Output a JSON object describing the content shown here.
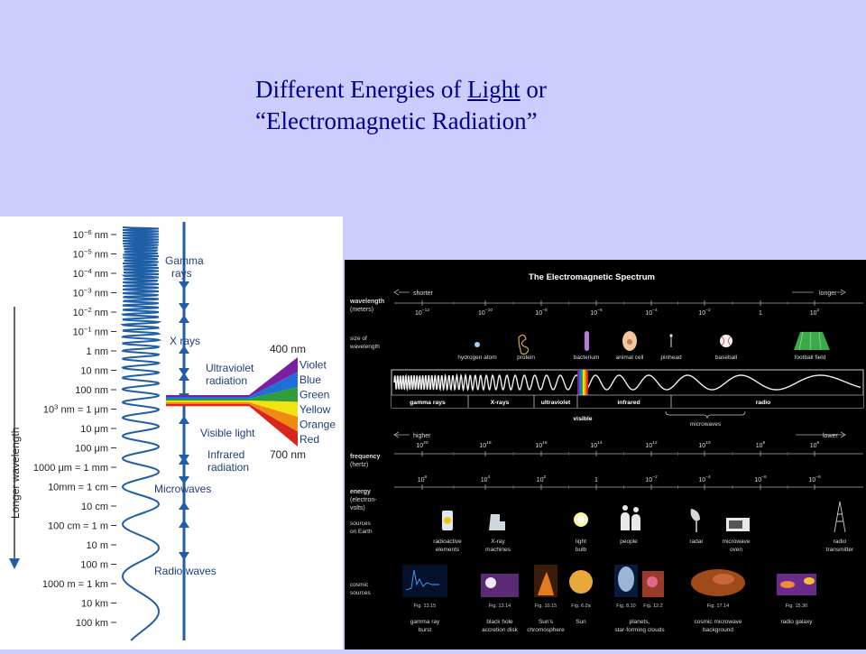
{
  "title": {
    "line1_pre": "Different Energies of ",
    "line1_link": "Light",
    "line1_post": " or",
    "line2": "“Electromagnetic Radiation”"
  },
  "left": {
    "axis_label": "Longer wavelength",
    "scale": [
      {
        "base": "10",
        "exp": "−6",
        "unit": " nm"
      },
      {
        "base": "10",
        "exp": "−5",
        "unit": " nm"
      },
      {
        "base": "10",
        "exp": "−4",
        "unit": " nm"
      },
      {
        "base": "10",
        "exp": "−3",
        "unit": " nm"
      },
      {
        "base": "10",
        "exp": "−2",
        "unit": " nm"
      },
      {
        "base": "10",
        "exp": "−1",
        "unit": " nm"
      },
      {
        "base": "1 nm",
        "exp": "",
        "unit": ""
      },
      {
        "base": "10 nm",
        "exp": "",
        "unit": ""
      },
      {
        "base": "100 nm",
        "exp": "",
        "unit": ""
      },
      {
        "base": "10",
        "exp": "3",
        "unit": " nm = 1 μm"
      },
      {
        "base": "10 μm",
        "exp": "",
        "unit": ""
      },
      {
        "base": "100 μm",
        "exp": "",
        "unit": ""
      },
      {
        "base": "1000 μm = 1 mm",
        "exp": "",
        "unit": ""
      },
      {
        "base": "10mm = 1 cm",
        "exp": "",
        "unit": ""
      },
      {
        "base": "10 cm",
        "exp": "",
        "unit": ""
      },
      {
        "base": "100 cm = 1 m",
        "exp": "",
        "unit": ""
      },
      {
        "base": "10 m",
        "exp": "",
        "unit": ""
      },
      {
        "base": "100 m",
        "exp": "",
        "unit": ""
      },
      {
        "base": "1000 m = 1 km",
        "exp": "",
        "unit": ""
      },
      {
        "base": "10 km",
        "exp": "",
        "unit": ""
      },
      {
        "base": "100 km",
        "exp": "",
        "unit": ""
      }
    ],
    "regions": {
      "gamma1": "Gamma",
      "gamma2": "rays",
      "xrays": "X rays",
      "uv1": "Ultraviolet",
      "uv2": "radiation",
      "visible": "Visible light",
      "ir1": "Infrared",
      "ir2": "radiation",
      "micro": "Microwaves",
      "radio": "Radio waves"
    },
    "visible_top": "400 nm",
    "visible_bottom": "700 nm",
    "colors": [
      {
        "name": "Violet",
        "hex": "#7b1fa2"
      },
      {
        "name": "Blue",
        "hex": "#1e6fd9"
      },
      {
        "name": "Green",
        "hex": "#2e9d3a"
      },
      {
        "name": "Yellow",
        "hex": "#f2e313"
      },
      {
        "name": "Orange",
        "hex": "#f08a12"
      },
      {
        "name": "Red",
        "hex": "#d9261c"
      }
    ]
  },
  "right": {
    "title": "The Electromagnetic Spectrum",
    "wavelength_label": "wavelength",
    "wavelength_unit": "(meters)",
    "shorter": "shorter",
    "longer": "longer",
    "wavelength_ticks": [
      {
        "base": "10",
        "exp": "−12"
      },
      {
        "base": "10",
        "exp": "−10"
      },
      {
        "base": "10",
        "exp": "−8"
      },
      {
        "base": "10",
        "exp": "−6"
      },
      {
        "base": "10",
        "exp": "−4"
      },
      {
        "base": "10",
        "exp": "−2"
      },
      {
        "base": "1",
        "exp": ""
      },
      {
        "base": "10",
        "exp": "2"
      }
    ],
    "size_label1": "size of",
    "size_label2": "wavelength",
    "objects": [
      "hydrogen atom",
      "protein",
      "bacterium",
      "animal cell",
      "pinhead",
      "baseball",
      "football field"
    ],
    "bands": [
      "gamma rays",
      "X-rays",
      "ultraviolet",
      "infrared",
      "radio"
    ],
    "visible": "visible",
    "microwaves": "microwaves",
    "higher": "higher",
    "lower": "lower",
    "frequency_label": "frequency",
    "frequency_unit": "(hertz)",
    "frequency_ticks": [
      {
        "base": "10",
        "exp": "20"
      },
      {
        "base": "10",
        "exp": "18"
      },
      {
        "base": "10",
        "exp": "16"
      },
      {
        "base": "10",
        "exp": "14"
      },
      {
        "base": "10",
        "exp": "12"
      },
      {
        "base": "10",
        "exp": "10"
      },
      {
        "base": "10",
        "exp": "8"
      },
      {
        "base": "10",
        "exp": "6"
      }
    ],
    "energy_label": "energy",
    "energy_unit1": "(electron-",
    "energy_unit2": "volts)",
    "energy_ticks": [
      {
        "base": "10",
        "exp": "6"
      },
      {
        "base": "10",
        "exp": "4"
      },
      {
        "base": "10",
        "exp": "2"
      },
      {
        "base": "1",
        "exp": ""
      },
      {
        "base": "10",
        "exp": "−2"
      },
      {
        "base": "10",
        "exp": "−4"
      },
      {
        "base": "10",
        "exp": "−6"
      },
      {
        "base": "10",
        "exp": "−8"
      }
    ],
    "earth_label1": "sources",
    "earth_label2": "on Earth",
    "earth_sources": [
      [
        "radioactive",
        "elements"
      ],
      [
        "X-ray",
        "machines"
      ],
      [
        "light",
        "bulb"
      ],
      [
        "people",
        ""
      ],
      [
        "radar",
        ""
      ],
      [
        "microwave",
        "oven"
      ],
      [
        "radio",
        "transmitter"
      ]
    ],
    "cosmic_label1": "cosmic",
    "cosmic_label2": "sources",
    "figs": [
      "Fig. 13.15",
      "Fig. 13.14",
      "Fig. 10.15",
      "Fig. 6.2a",
      "Fig. 8.10",
      "Fig. 12.2",
      "Fig. 17.14",
      "Fig. 15.30"
    ],
    "cosmic_sources": [
      [
        "gamma ray",
        "burst"
      ],
      [
        "black hole",
        "accretion disk"
      ],
      [
        "Sun's",
        "chromosphere"
      ],
      [
        "Sun",
        ""
      ],
      [
        "planets,",
        "star-forming clouds"
      ],
      [
        "cosmic microwave",
        "background"
      ],
      [
        "radio galaxy",
        ""
      ]
    ]
  }
}
